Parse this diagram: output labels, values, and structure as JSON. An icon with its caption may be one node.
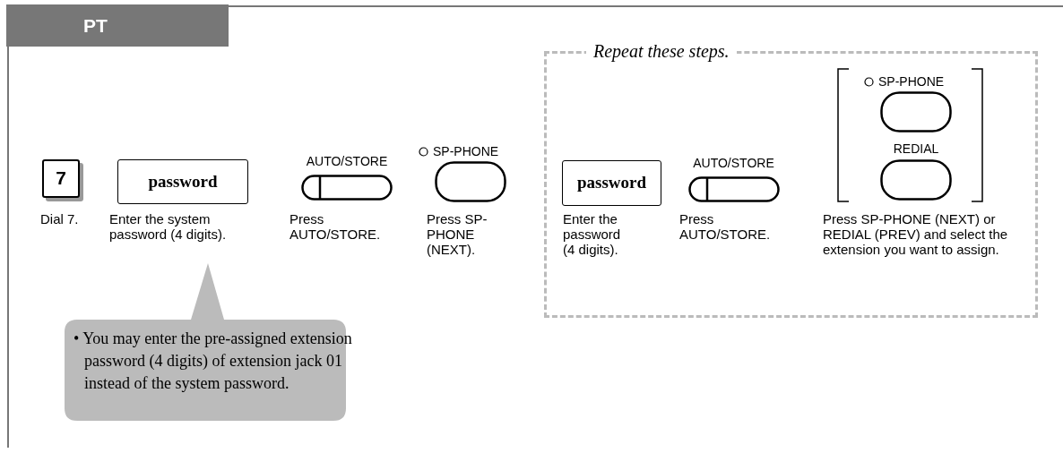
{
  "diagram": {
    "nodes": [
      {
        "text": [
          "PT"
        ]
      },
      {
        "text": [
          "7"
        ],
        "beside": [
          "Dial 7."
        ]
      },
      {
        "text": [
          "password"
        ],
        "beside": [
          "Enter the system password (4 digits)."
        ]
      },
      {
        "text": [
          "AUTO/STORE"
        ],
        "beside": [
          "Press AUTO/STORE."
        ]
      },
      {
        "text": [
          "SP-PHONE"
        ],
        "beside": [
          "Press SP-PHONE (NEXT)."
        ]
      },
      {
        "text": [
          "Repeat these steps."
        ]
      },
      {
        "text": [
          "password"
        ],
        "in": 5,
        "beside": [
          "Enter the password (4 digits)."
        ]
      },
      {
        "text": [
          "AUTO/STORE"
        ],
        "in": 5,
        "beside": [
          "Press AUTO/STORE."
        ]
      },
      {
        "text": [
          "SP-PHONE"
        ],
        "in": 5
      },
      {
        "text": [
          "REDIAL"
        ],
        "in": 5
      },
      {
        "text": [
          "• You may enter the pre-assigned extension password (4 digits) of extension jack 01 instead of the system password."
        ]
      }
    ],
    "labels": [
      "Press SP-PHONE (NEXT) or REDIAL (PREV) and select the extension you want to assign."
    ]
  }
}
